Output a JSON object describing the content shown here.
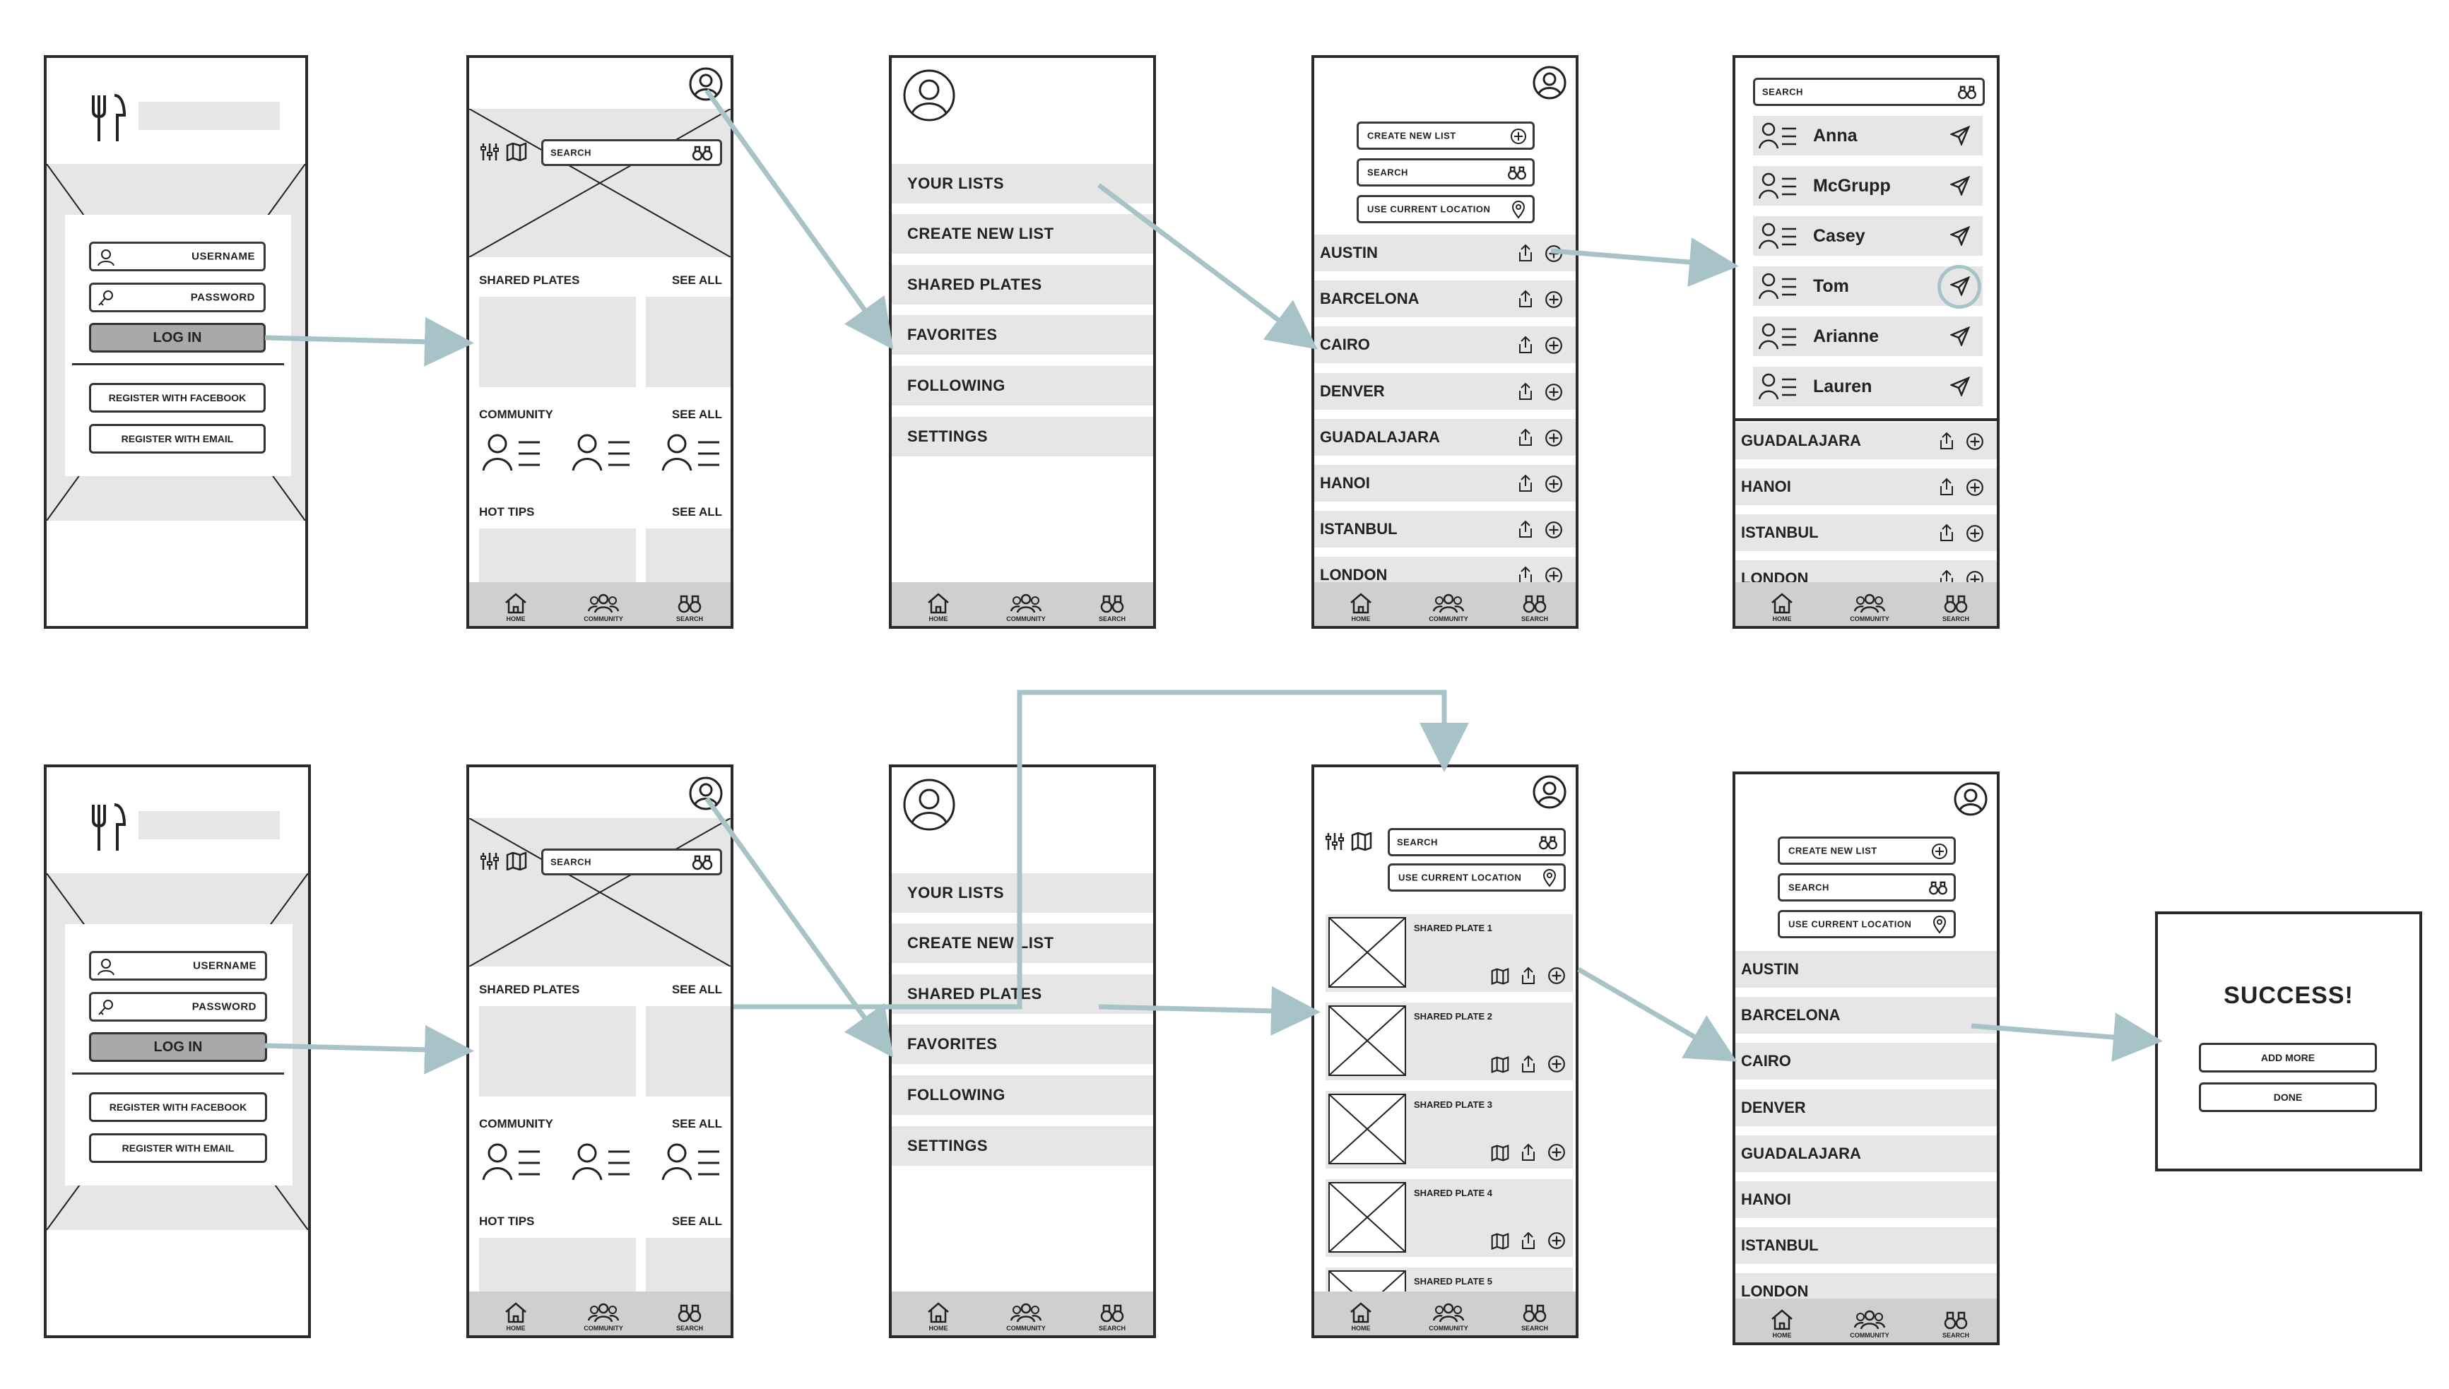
{
  "login": {
    "username": "USERNAME",
    "password": "PASSWORD",
    "login": "LOG IN",
    "register_facebook": "REGISTER WITH FACEBOOK",
    "register_email": "REGISTER WITH EMAIL"
  },
  "home": {
    "search": "SEARCH",
    "shared_plates": "SHARED PLATES",
    "community": "COMMUNITY",
    "hot_tips": "HOT TIPS",
    "see_all": "SEE ALL"
  },
  "nav": {
    "home": "HOME",
    "community": "COMMUNITY",
    "search": "SEARCH"
  },
  "menu": {
    "items": [
      "YOUR LISTS",
      "CREATE NEW LIST",
      "SHARED PLATES",
      "FAVORITES",
      "FOLLOWING",
      "SETTINGS"
    ]
  },
  "lists": {
    "create_new_list": "CREATE NEW LIST",
    "search": "SEARCH",
    "use_current_location": "USE CURRENT LOCATION",
    "cities": [
      "AUSTIN",
      "BARCELONA",
      "CAIRO",
      "DENVER",
      "GUADALAJARA",
      "HANOI",
      "ISTANBUL",
      "LONDON"
    ]
  },
  "share": {
    "search": "SEARCH",
    "people": [
      "Anna",
      "McGrupp",
      "Casey",
      "Tom",
      "Arianne",
      "Lauren"
    ]
  },
  "plates": {
    "search": "SEARCH",
    "use_current_location": "USE CURRENT LOCATION",
    "items": [
      "SHARED PLATE 1",
      "SHARED PLATE 2",
      "SHARED PLATE 3",
      "SHARED PLATE 4",
      "SHARED PLATE 5"
    ]
  },
  "success": {
    "title": "SUCCESS!",
    "add_more": "ADD MORE",
    "done": "DONE"
  },
  "colors": {
    "arrow": "#a7c3c8",
    "frame": "#2a2a2a",
    "fill": "#e6e6e6",
    "nav": "#cfcfcf"
  }
}
